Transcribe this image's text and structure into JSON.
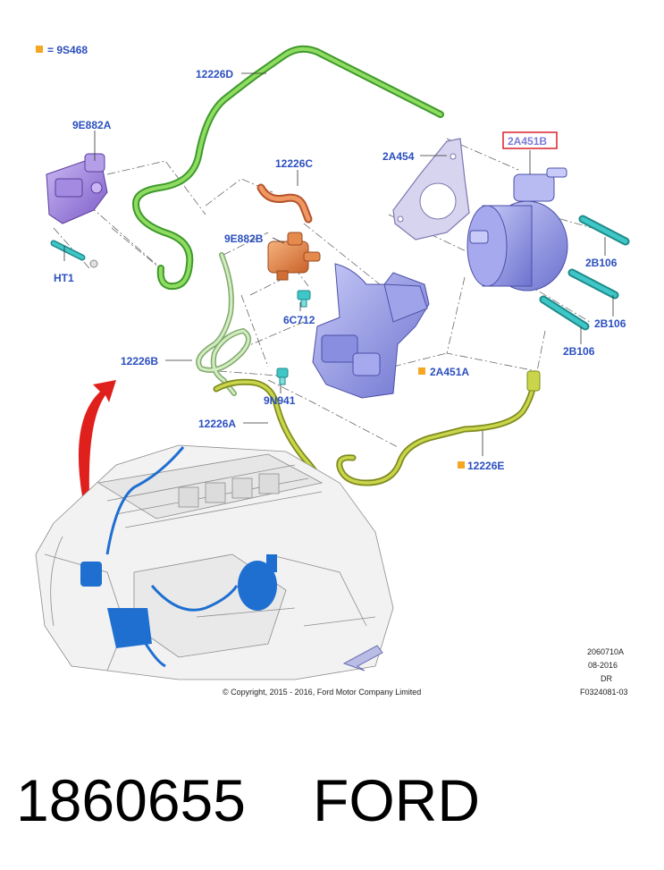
{
  "legend": {
    "code": "= 9S468",
    "color": "#f5a623"
  },
  "labels": {
    "l12226D": "12226D",
    "l9E882A": "9E882A",
    "lHT1": "HT1",
    "l12226C": "12226C",
    "l9E882B": "9E882B",
    "l6C712": "6C712",
    "l12226B": "12226B",
    "l9N941": "9N941",
    "l12226A": "12226A",
    "l2A454": "2A454",
    "l2A451B": "2A451B",
    "l2B106a": "2B106",
    "l2B106b": "2B106",
    "l2B106c": "2B106",
    "l2A451A": "2A451A",
    "l12226E": "12226E"
  },
  "meta": {
    "code1": "2060710A",
    "date": "08-2016",
    "initials": "DR",
    "figure": "F0324081-03",
    "copyright": "© Copyright, 2015 - 2016, Ford Motor Company Limited"
  },
  "footer": {
    "part_number": "1860655",
    "brand": "FORD"
  },
  "colors": {
    "label_blue": "#2b4fbf",
    "highlight_red": "#d8232a",
    "hose_green": "#6cc24a",
    "hose_light": "#b9d8a0",
    "hose_yellow": "#b7c23a",
    "purple": "#9a7fd6",
    "pump_blue": "#8a8ee0",
    "orange": "#e07a3c",
    "cyan": "#3fc6c6",
    "engine_blue": "#1f6fd1"
  }
}
